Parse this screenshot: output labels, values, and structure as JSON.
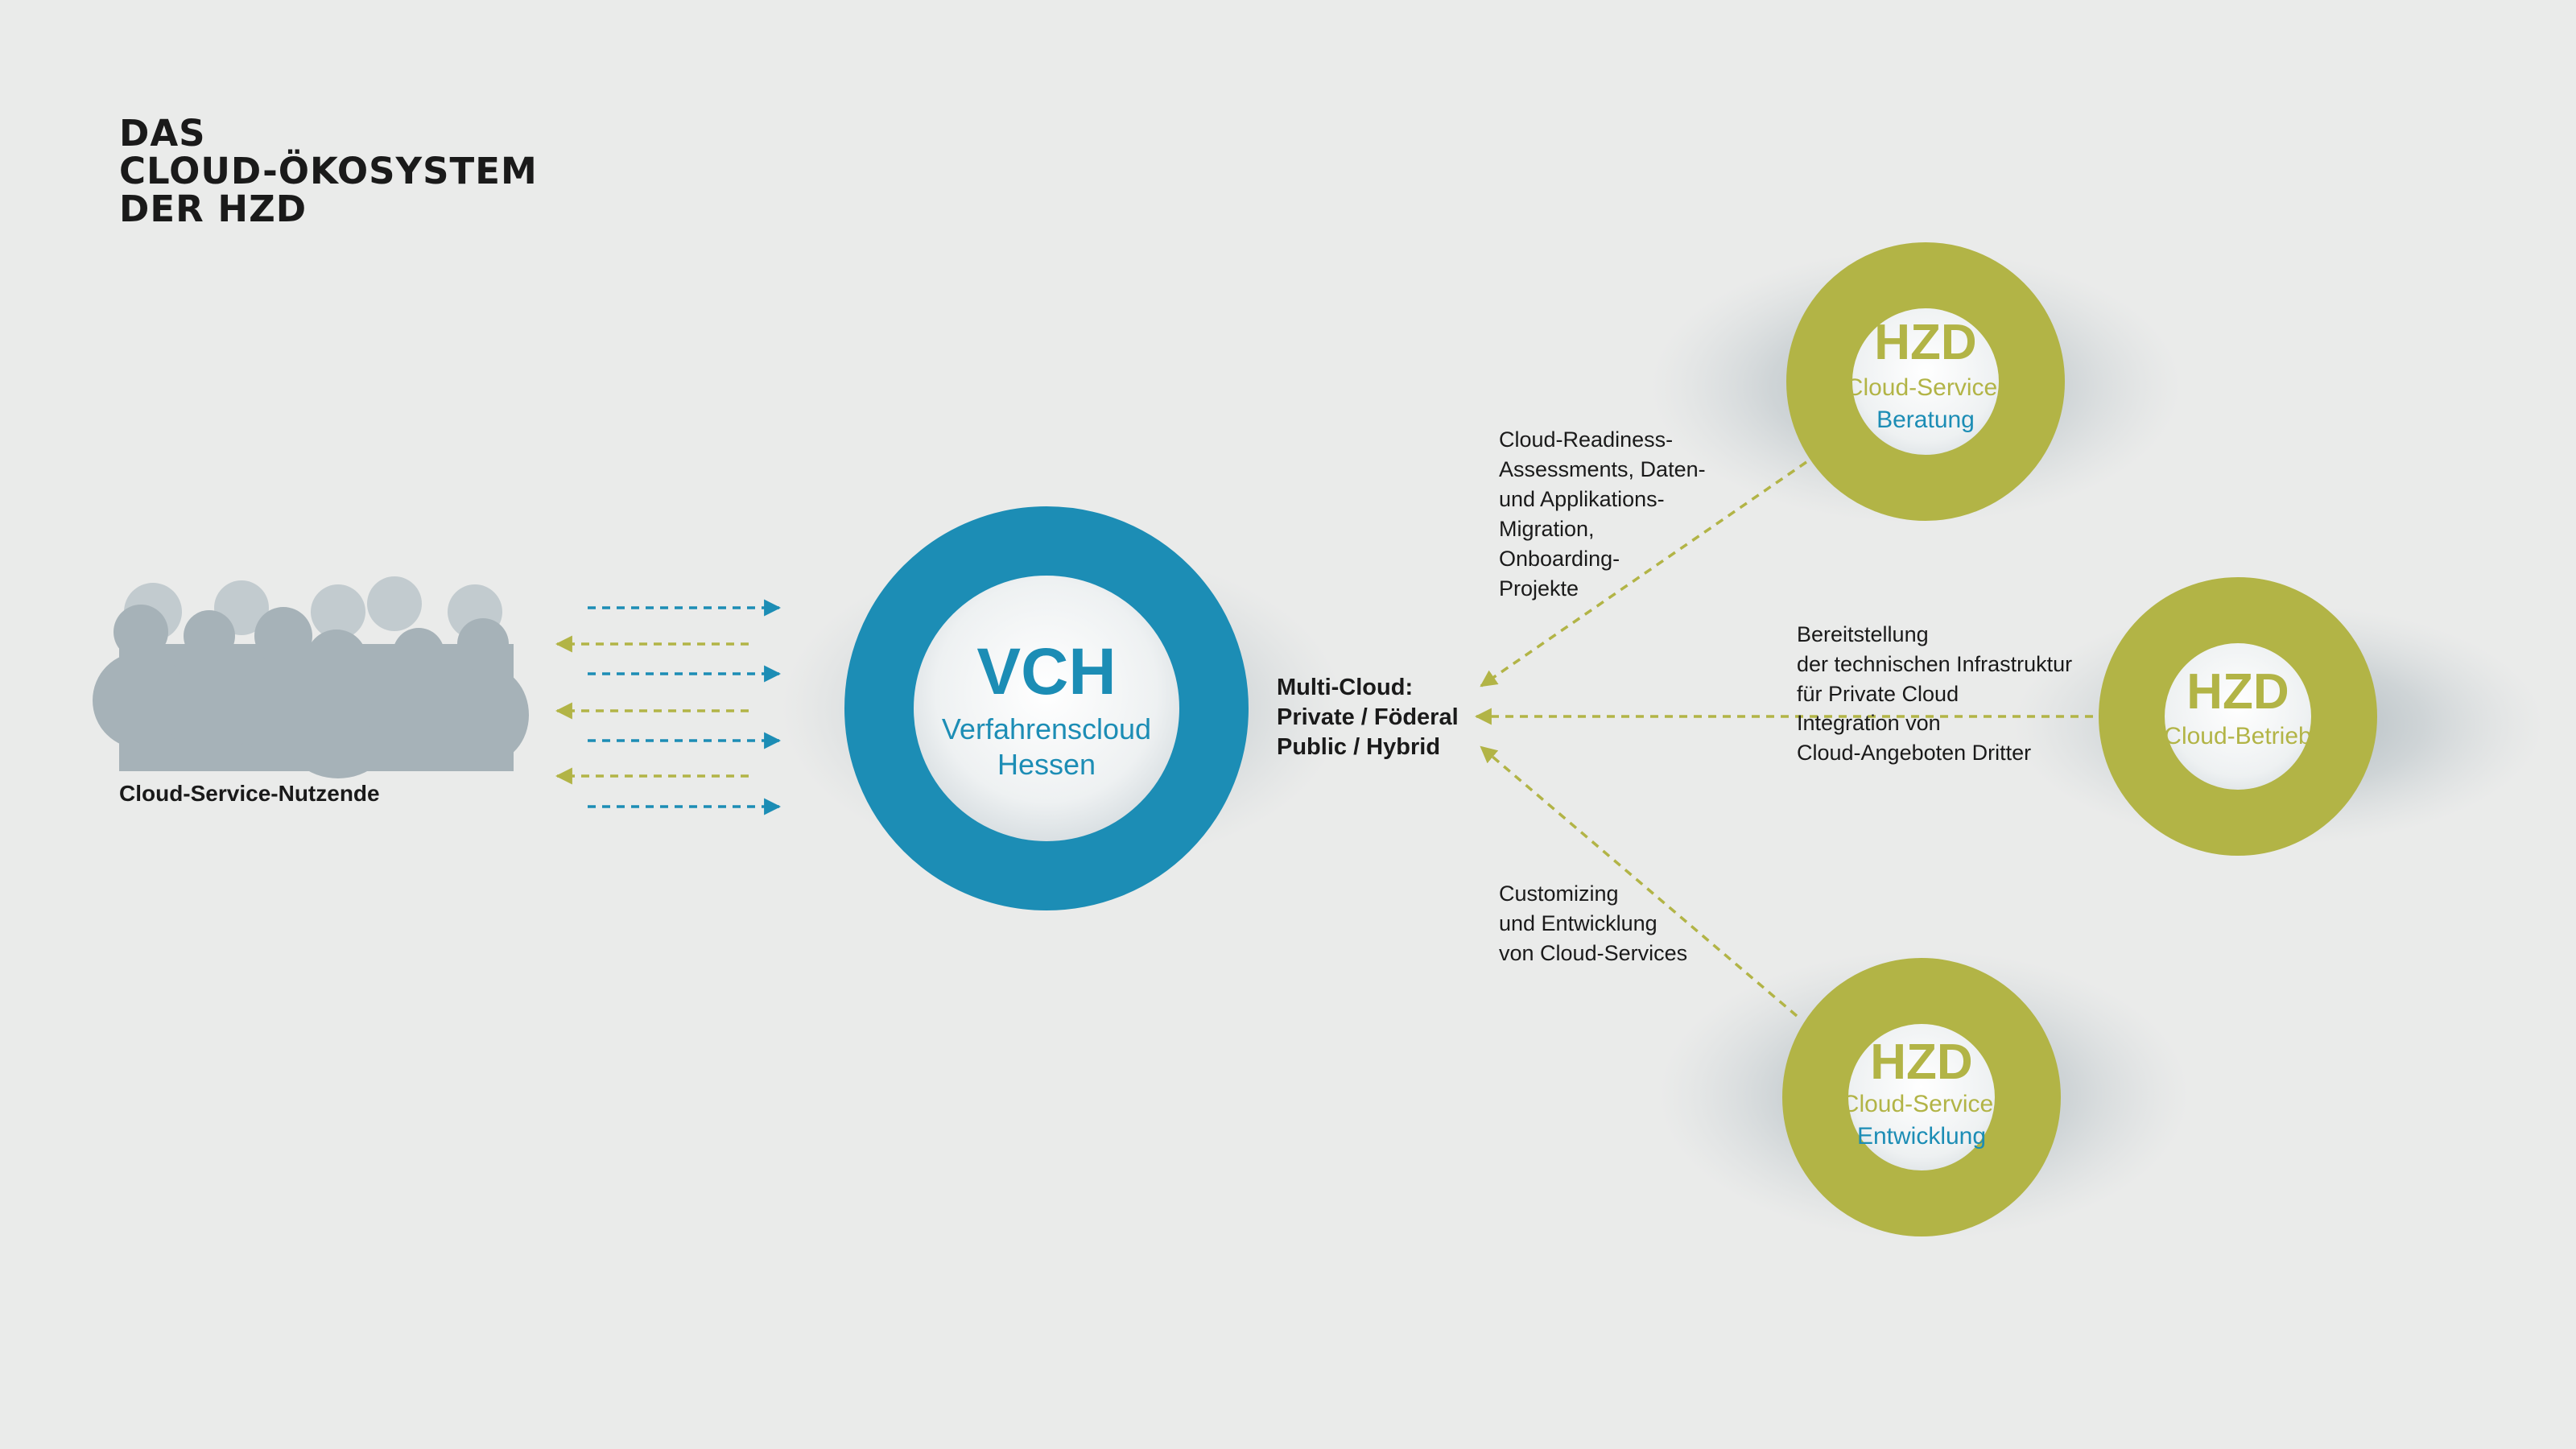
{
  "title": {
    "line1": "DAS",
    "line2": "CLOUD-ÖKOSYSTEM",
    "line3": "DER HZD"
  },
  "users": {
    "label": "Cloud-Service-Nutzende"
  },
  "center": {
    "abbr": "VCH",
    "line1": "Verfahrenscloud",
    "line2": "Hessen"
  },
  "multicloud": {
    "line1": "Multi-Cloud:",
    "line2": "Private / Föderal",
    "line3": "Public / Hybrid"
  },
  "nodes": {
    "beratung": {
      "abbr": "HZD",
      "line1": "Cloud-Service-",
      "line2": "Beratung"
    },
    "betrieb": {
      "abbr": "HZD",
      "line1": "Cloud-Betrieb"
    },
    "entwicklung": {
      "abbr": "HZD",
      "line1": "Cloud-Service-",
      "line2": "Entwicklung"
    }
  },
  "notes": {
    "beratung": [
      "Cloud-Readiness-",
      "Assessments, Daten-",
      "und Applikations-",
      "Migration,",
      "Onboarding-",
      "Projekte"
    ],
    "betrieb_a": [
      "Bereitstellung",
      "der technischen Infrastruktur",
      "für Private Cloud"
    ],
    "betrieb_b": [
      "Integration von",
      "Cloud-Angeboten Dritter"
    ],
    "entwicklung": [
      "Customizing",
      "und Entwicklung",
      "von Cloud-Services"
    ]
  },
  "colors": {
    "background": "#eaebea",
    "blue": "#1c8db5",
    "olive": "#b2b446",
    "crowd": "#a6b2b8",
    "text": "#1a1a1a"
  }
}
